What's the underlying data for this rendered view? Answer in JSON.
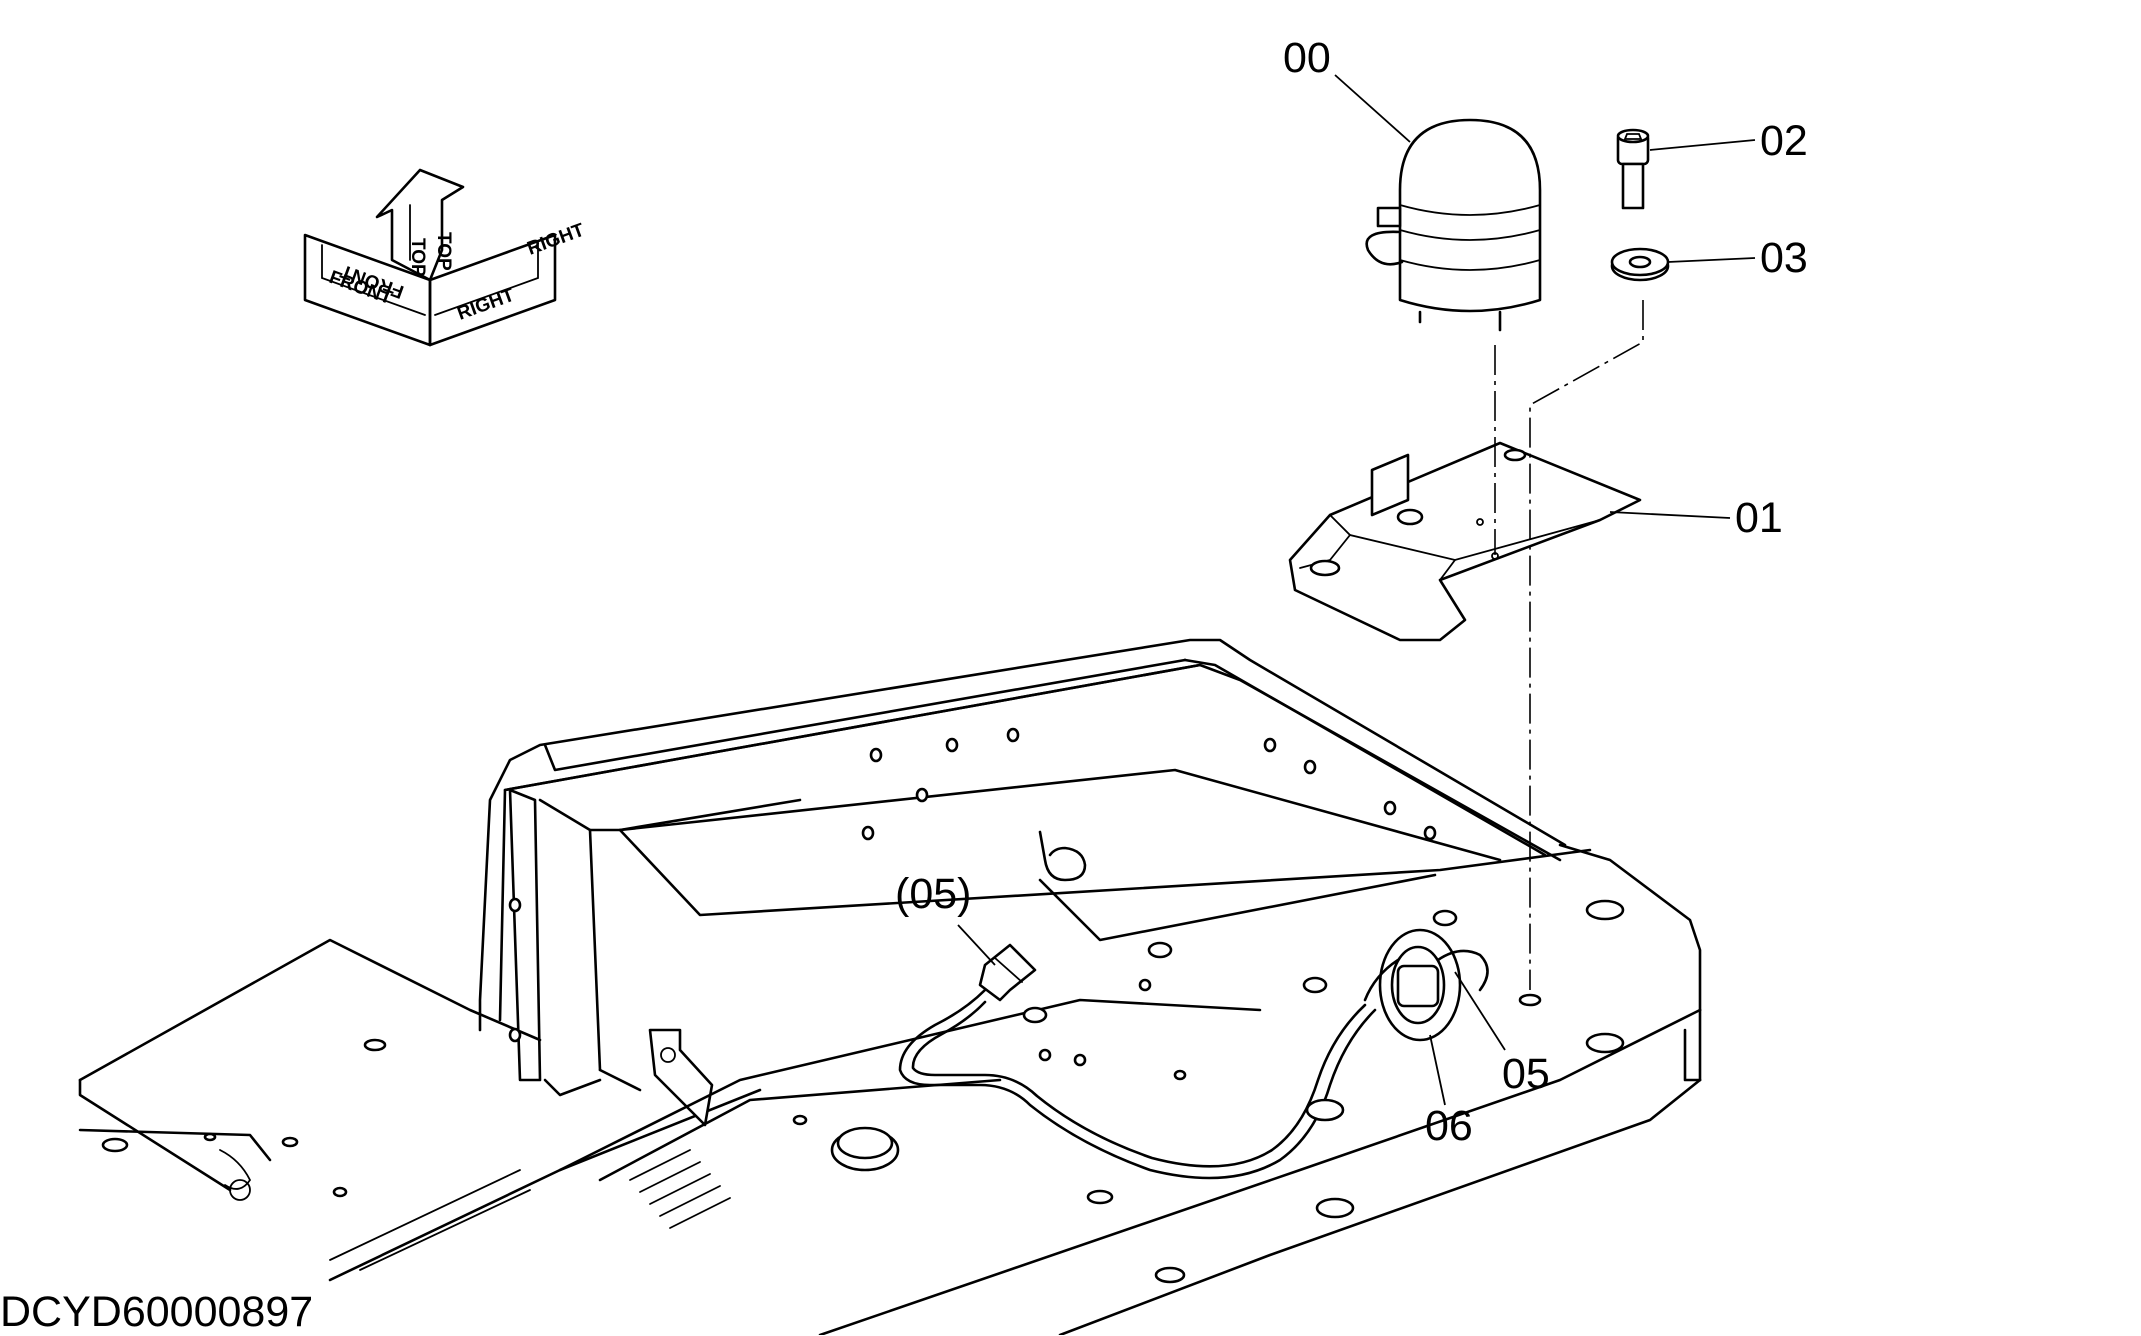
{
  "drawing_code": "DCYD60000897",
  "callouts": {
    "beacon_lamp": "00",
    "bracket": "01",
    "bolt": "02",
    "washer": "03",
    "harness": "05",
    "harness_ref": "(05)",
    "clamp": "06"
  },
  "orientation": {
    "top": "TOP",
    "front": "FRONT",
    "right": "RIGHT"
  }
}
